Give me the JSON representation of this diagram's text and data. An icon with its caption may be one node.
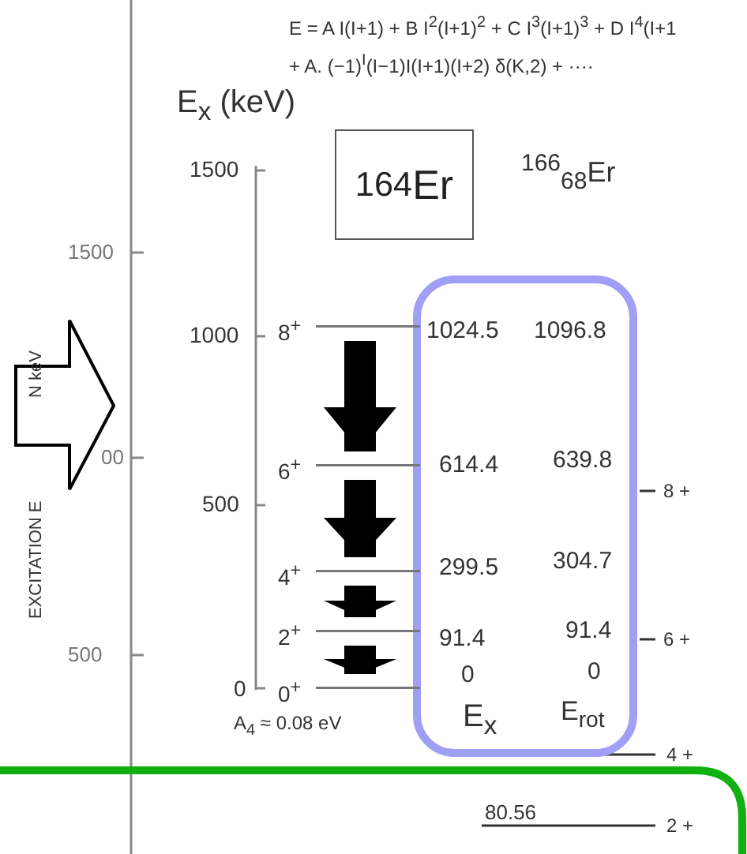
{
  "diagram": {
    "nodes": [
      {
        "text": [
          "$^{164}$Er"
        ]
      },
      {
        "text": [
          "8$^{+}$"
        ]
      },
      {
        "text": [
          "6$^{+}$"
        ]
      },
      {
        "text": [
          "4$^{+}$"
        ]
      },
      {
        "text": [
          "2$^{+}$"
        ]
      },
      {
        "text": [
          "0$^{+}$"
        ]
      }
    ],
    "edges": [
      {
        "from": 1,
        "to": 2,
        "arrow": "to"
      },
      {
        "from": 2,
        "to": 3,
        "arrow": "to"
      },
      {
        "from": 3,
        "to": 4,
        "arrow": "to"
      },
      {
        "from": 4,
        "to": 5,
        "arrow": "to"
      }
    ],
    "labels": [
      "E = A I(I+1) + B I$^{2}$(I+1)$^{2}$ + C I$^{3}$(I+1)$^{3}$ + D I$^{4}$(I+1",
      "+ A. (−1)$^{I}$(I−1)I(I+1)(I+2) δ(K,2) + ····",
      "E$_{x}$ (keV)",
      "1500",
      "1500",
      "1000",
      "EXCITATION E",
      "N keV",
      "00",
      "500",
      "$^{166}$$_{68}$Er",
      "1024.5",
      "1096.8",
      "614.4",
      "639.8",
      "8 +",
      "299.5",
      "304.7",
      "91.4",
      "91.4",
      "6 +",
      "500",
      "0",
      "0",
      "0",
      "A$_{4}$ ≈ 0.08 eV",
      "E$_{x}$",
      "E$_{rot}$",
      "4 +",
      "80.56",
      "2 +"
    ]
  }
}
